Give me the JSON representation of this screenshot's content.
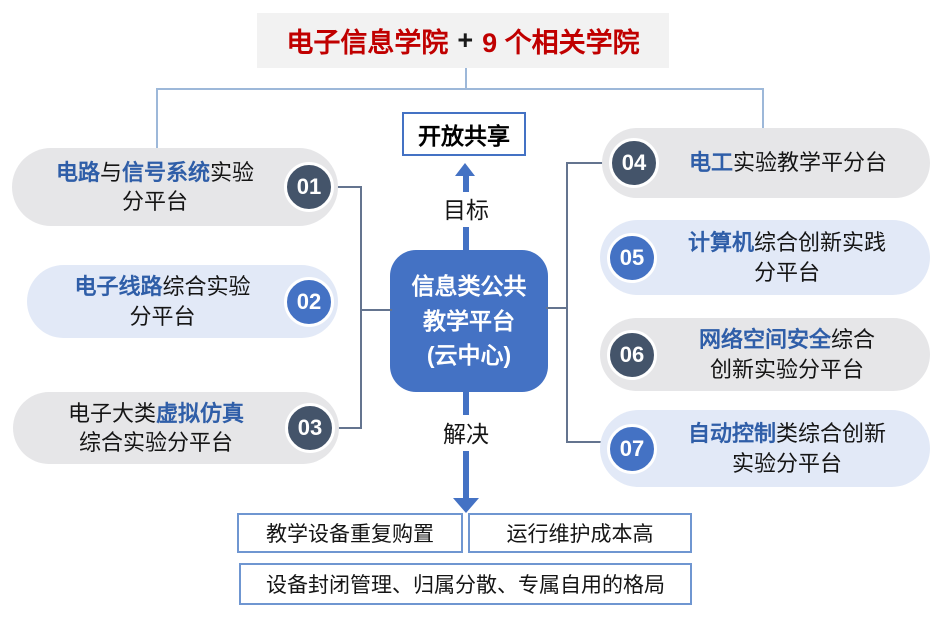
{
  "header": {
    "college": "电子信息学院",
    "plus": "+",
    "count": "9 个相关学院"
  },
  "goal": {
    "box": "开放共享",
    "label": "目标"
  },
  "solve": {
    "label": "解决"
  },
  "center": {
    "line1": "信息类公共",
    "line2": "教学平台",
    "line3": "(云中心)"
  },
  "platforms": [
    {
      "num": "01",
      "badge": "dark",
      "lines": [
        [
          {
            "t": "电路",
            "b": true
          },
          {
            "t": "与",
            "b": false
          },
          {
            "t": "信号系统",
            "b": true
          },
          {
            "t": "实验",
            "b": false
          }
        ],
        [
          {
            "t": "分平台",
            "b": false
          }
        ]
      ]
    },
    {
      "num": "02",
      "badge": "blue",
      "lines": [
        [
          {
            "t": "电子线路",
            "b": true
          },
          {
            "t": "综合实验",
            "b": false
          }
        ],
        [
          {
            "t": "分平台",
            "b": false
          }
        ]
      ]
    },
    {
      "num": "03",
      "badge": "dark",
      "lines": [
        [
          {
            "t": "电子大类",
            "b": false
          },
          {
            "t": "虚拟仿真",
            "b": true
          }
        ],
        [
          {
            "t": "综合实验分平台",
            "b": false
          }
        ]
      ]
    },
    {
      "num": "04",
      "badge": "dark",
      "lines": [
        [
          {
            "t": "电工",
            "b": true
          },
          {
            "t": "实验教学平分台",
            "b": false
          }
        ]
      ]
    },
    {
      "num": "05",
      "badge": "blue",
      "lines": [
        [
          {
            "t": "计算机",
            "b": true
          },
          {
            "t": "综合创新实践",
            "b": false
          }
        ],
        [
          {
            "t": "分平台",
            "b": false
          }
        ]
      ]
    },
    {
      "num": "06",
      "badge": "dark",
      "lines": [
        [
          {
            "t": "网络空间安全",
            "b": true
          },
          {
            "t": "综合",
            "b": false
          }
        ],
        [
          {
            "t": "创新实验分平台",
            "b": false
          }
        ]
      ]
    },
    {
      "num": "07",
      "badge": "blue",
      "lines": [
        [
          {
            "t": "自动控制",
            "b": true
          },
          {
            "t": "类综合创新",
            "b": false
          }
        ],
        [
          {
            "t": "实验分平台",
            "b": false
          }
        ]
      ]
    }
  ],
  "problems": [
    "教学设备重复购置",
    "运行维护成本高",
    "设备封闭管理、归属分散、专属自用的格局"
  ],
  "colors": {
    "title_red": "#C00000",
    "accent_blue": "#4472C4",
    "dark_badge": "#44546A",
    "keyword_blue": "#2F5EA8",
    "pill_gray": "#E6E6E8",
    "pill_blue": "#E2E9F7",
    "tree_line": "#9DB8D9",
    "bracket_line": "#64748F"
  }
}
